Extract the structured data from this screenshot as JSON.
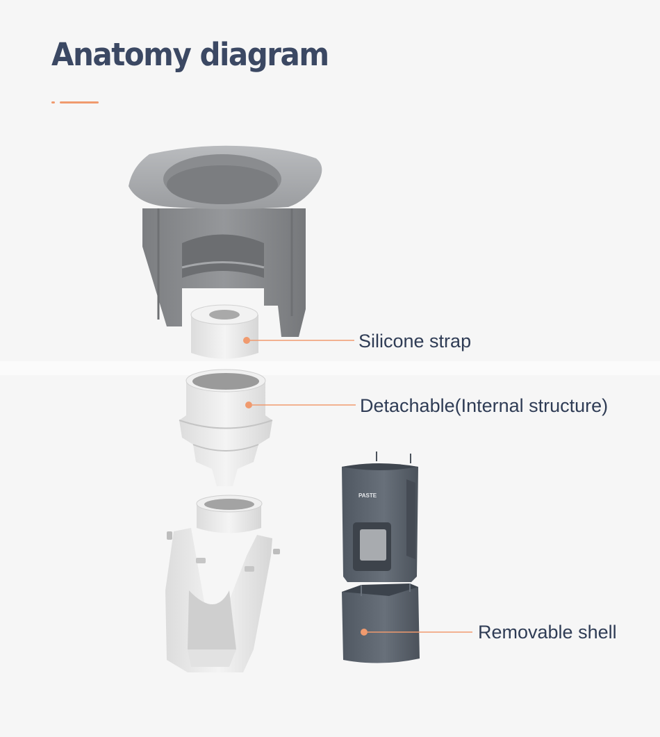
{
  "title": "Anatomy diagram",
  "brand_mark": "PASTE",
  "callouts": [
    {
      "label": "Silicone strap"
    },
    {
      "label": "Detachable(Internal structure)"
    },
    {
      "label": "Removable shell"
    }
  ],
  "colors": {
    "title": "#3b4863",
    "accent": "#f09a6e",
    "label": "#2f3c55",
    "part_gray": "#8a8c8f",
    "part_light": "#ececec",
    "shell_dark": "#59616c"
  }
}
